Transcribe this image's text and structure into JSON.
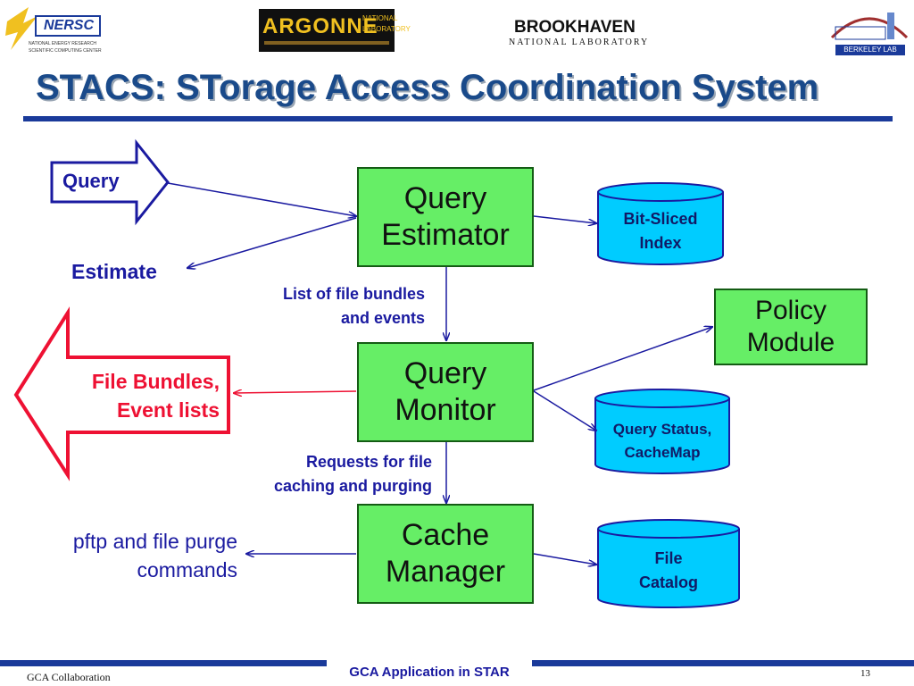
{
  "logos": {
    "nersc": "NERSC",
    "nersc_sub1": "NATIONAL ENERGY RESEARCH",
    "nersc_sub2": "SCIENTIFIC COMPUTING CENTER",
    "argonne": "ARGONNE",
    "argonne_side1": "NATIONAL",
    "argonne_side2": "LABORATORY",
    "brookhaven": "BROOKHAVEN",
    "brookhaven_sub": "NATIONAL LABORATORY",
    "berkeley": "BERKELEY LAB"
  },
  "title": "STACS: STorage Access Coordination System",
  "diagram": {
    "query_arrow": "Query",
    "estimate": "Estimate",
    "query_estimator": [
      "Query",
      "Estimator"
    ],
    "bit_sliced_index": [
      "Bit-Sliced",
      "Index"
    ],
    "list_label": [
      "List of file bundles",
      "and events"
    ],
    "policy_module": [
      "Policy",
      "Module"
    ],
    "query_monitor": [
      "Query",
      "Monitor"
    ],
    "file_bundles": [
      "File Bundles,",
      "Event lists"
    ],
    "query_status": [
      "Query Status,",
      "CacheMap"
    ],
    "requests_label": [
      "Requests for file",
      "caching and purging"
    ],
    "cache_manager": [
      "Cache",
      "Manager"
    ],
    "pftp": [
      "pftp and file purge",
      "commands"
    ],
    "file_catalog": [
      "File",
      "Catalog"
    ]
  },
  "colors": {
    "box_fill": "#66ee66",
    "cylinder_fill": "#00ccff",
    "title_color": "#1a4a8a",
    "arrow_blue": "#1a1aa0",
    "red_accent": "#ee1133"
  },
  "footer": {
    "left": "GCA Collaboration",
    "center": "GCA Application in STAR",
    "page": "13"
  }
}
